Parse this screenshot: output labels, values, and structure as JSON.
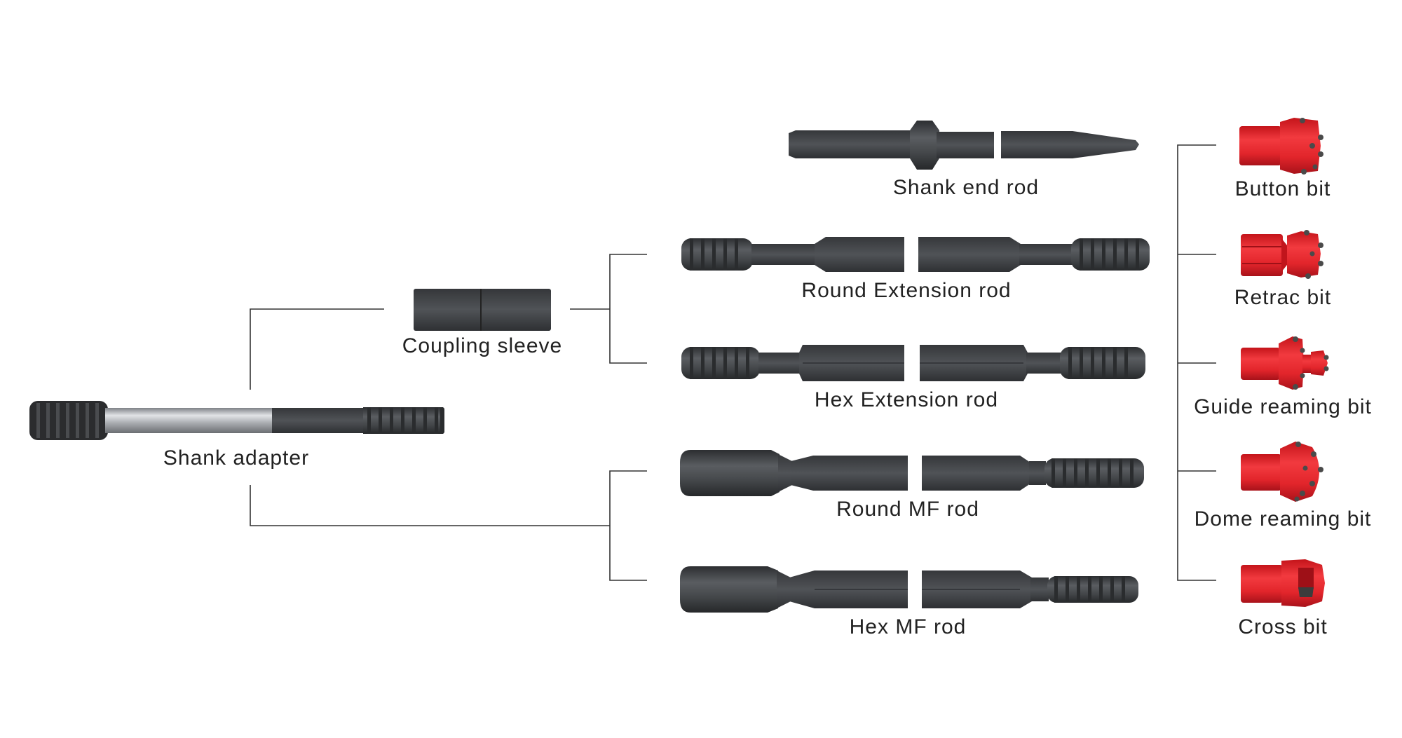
{
  "colors": {
    "steel_dark": "#3d3f42",
    "steel_mid": "#4a4c50",
    "steel_light": "#5c5f63",
    "chrome": "#b9bcc0",
    "bit_red": "#e8232a",
    "bit_red_dark": "#b3161c",
    "carbide": "#4a4a4a",
    "connector_line": "#333333",
    "label_text": "#222222"
  },
  "components": {
    "shank_adapter": {
      "label": "Shank adapter",
      "icon": "shank-adapter-icon"
    },
    "coupling_sleeve": {
      "label": "Coupling sleeve",
      "icon": "coupling-sleeve-icon"
    },
    "rods": [
      {
        "label": "Shank end rod",
        "icon": "shank-end-rod-icon"
      },
      {
        "label": "Round Extension rod",
        "icon": "round-extension-rod-icon"
      },
      {
        "label": "Hex Extension rod",
        "icon": "hex-extension-rod-icon"
      },
      {
        "label": "Round MF rod",
        "icon": "round-mf-rod-icon"
      },
      {
        "label": "Hex MF rod",
        "icon": "hex-mf-rod-icon"
      }
    ],
    "bits": [
      {
        "label": "Button bit",
        "icon": "button-bit-icon"
      },
      {
        "label": "Retrac bit",
        "icon": "retrac-bit-icon"
      },
      {
        "label": "Guide reaming bit",
        "icon": "guide-reaming-bit-icon"
      },
      {
        "label": "Dome reaming bit",
        "icon": "dome-reaming-bit-icon"
      },
      {
        "label": "Cross bit",
        "icon": "cross-bit-icon"
      }
    ]
  }
}
